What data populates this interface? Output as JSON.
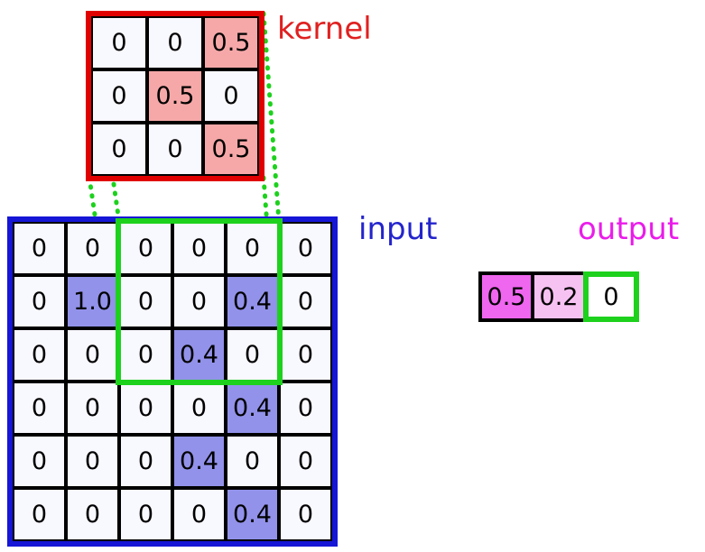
{
  "colors": {
    "kernel_border": "#e00000",
    "kernel_label": "#e02020",
    "kernel_highlight": "#f6a8a8",
    "input_border": "#1616d6",
    "input_label": "#2424cc",
    "input_highlight": "#9292ea",
    "output_label": "#ea1cea",
    "output_first_bg": "#ef66ef",
    "output_second_bg": "#f6c2f2",
    "highlight_green": "#1dd11d",
    "cell_bg": "#f8f8ff",
    "grid_line": "#000000"
  },
  "kernel": {
    "label": "kernel",
    "rows": 3,
    "cols": 3,
    "cells": [
      "0",
      "0",
      "0.5",
      "0",
      "0.5",
      "0",
      "0",
      "0",
      "0.5"
    ]
  },
  "input": {
    "label": "input",
    "rows": 6,
    "cols": 6,
    "cells": [
      "0",
      "0",
      "0",
      "0",
      "0",
      "0",
      "0",
      "1.0",
      "0",
      "0",
      "0.4",
      "0",
      "0",
      "0",
      "0",
      "0.4",
      "0",
      "0",
      "0",
      "0",
      "0",
      "0",
      "0.4",
      "0",
      "0",
      "0",
      "0",
      "0.4",
      "0",
      "0",
      "0",
      "0",
      "0",
      "0",
      "0.4",
      "0"
    ]
  },
  "output": {
    "label": "output",
    "cells": [
      "0.5",
      "0.2",
      "0"
    ]
  }
}
